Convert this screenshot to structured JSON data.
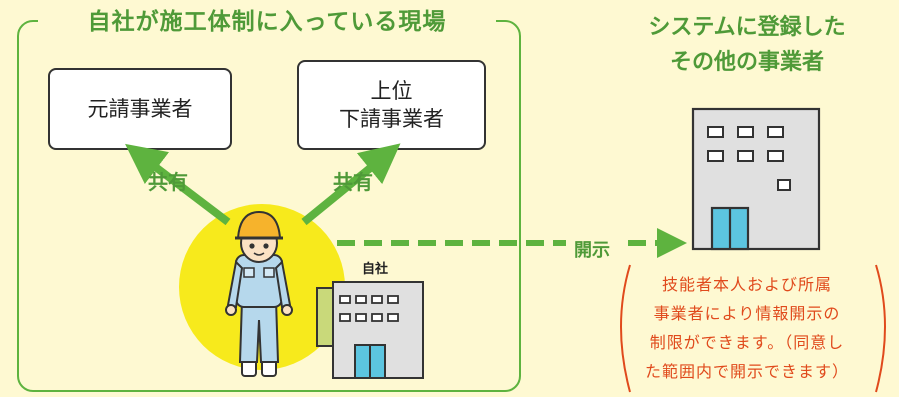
{
  "left_group": {
    "title": "自社が施工体制に入っている現場",
    "prime_contractor": "元請事業者",
    "upper_sub_line1": "上位",
    "upper_sub_line2": "下請事業者",
    "share_left": "共有",
    "share_right": "共有",
    "own_company": "自社"
  },
  "disclose_label": "開示",
  "right_group": {
    "title_line1": "システムに登録した",
    "title_line2": "その他の事業者",
    "note_line1": "技能者本人および所属",
    "note_line2": "事業者により情報開示の",
    "note_line3": "制限ができます。（同意し",
    "note_line4": "た範囲内で開示できます）"
  },
  "colors": {
    "green": "#5eb33f",
    "orange_red": "#e04a1c",
    "yellow": "#f7ea1c",
    "background": "#fef9d2"
  }
}
